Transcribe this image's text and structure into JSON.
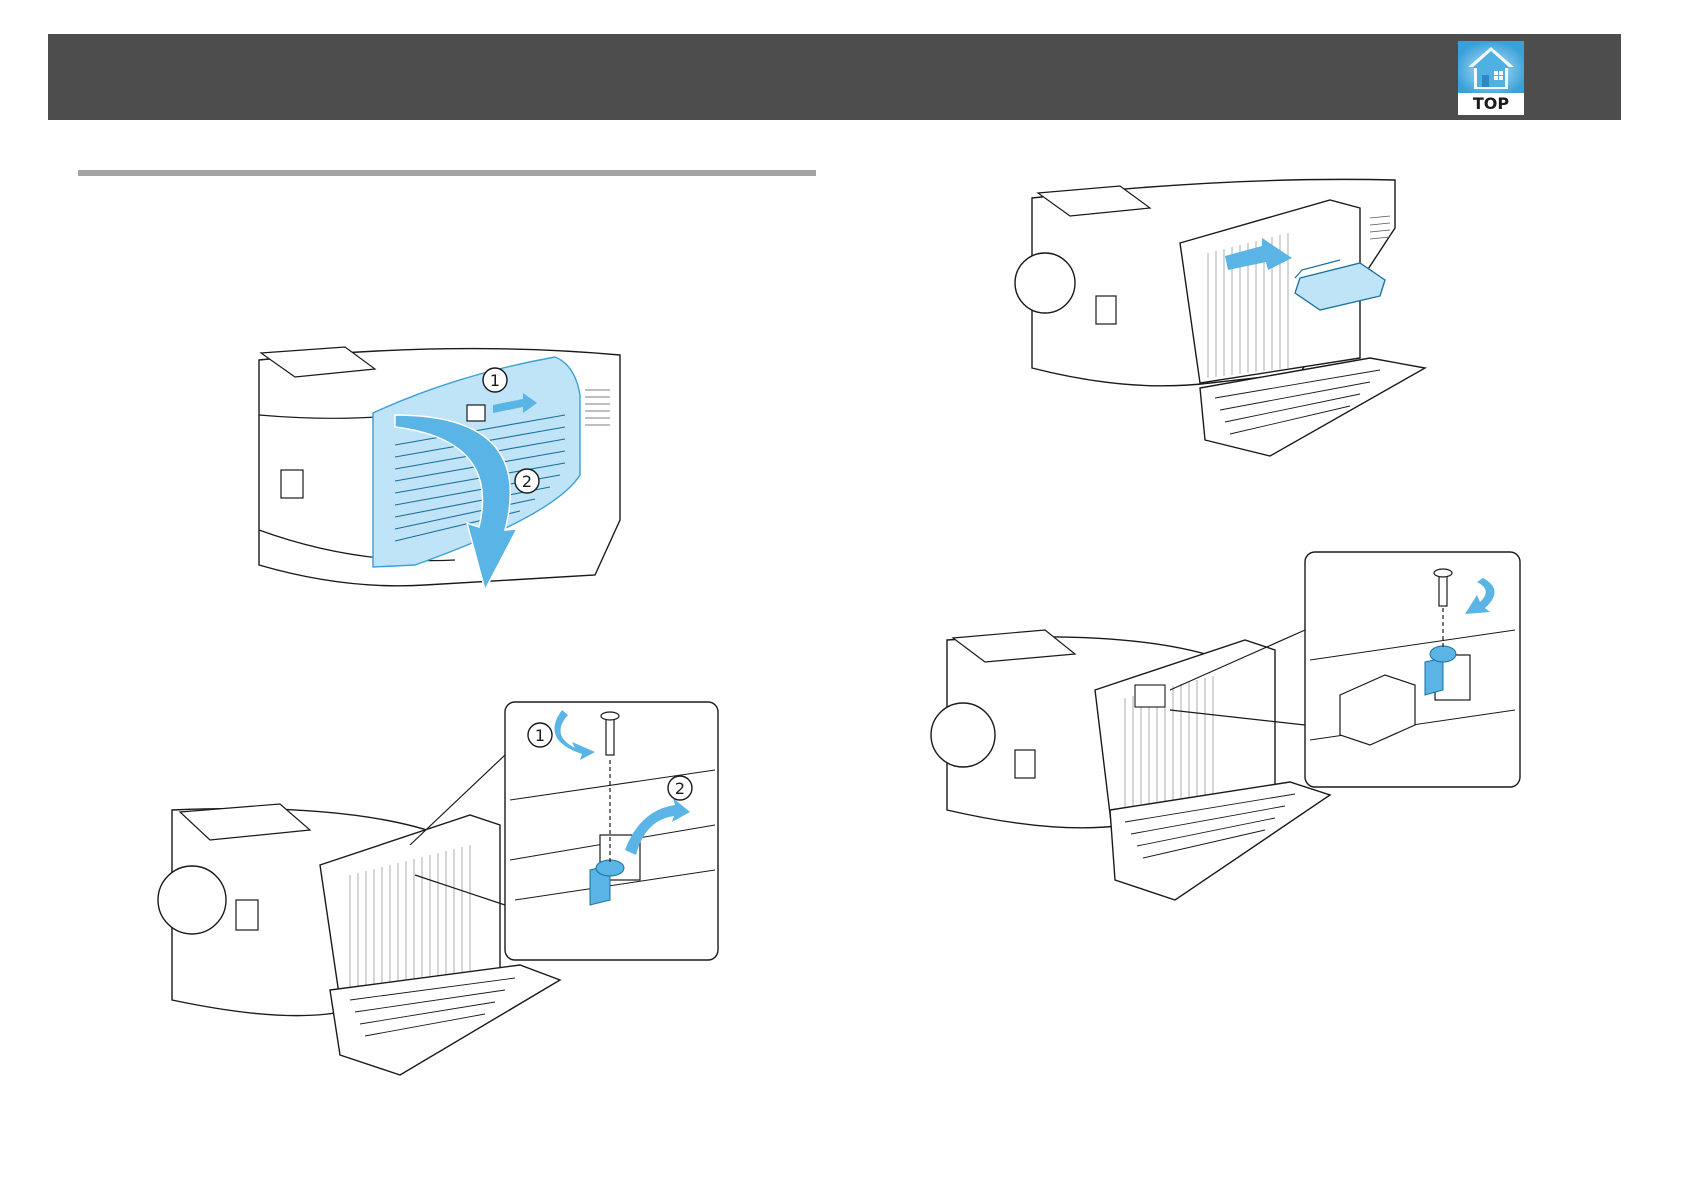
{
  "header": {
    "top_button_label": "TOP",
    "top_icon": "house-icon"
  },
  "figures": [
    {
      "name": "figure-open-filter-cover",
      "callouts": [
        "①",
        "②"
      ]
    },
    {
      "name": "figure-remove-screw-and-stopper",
      "callouts": [
        "①",
        "②"
      ]
    },
    {
      "name": "figure-insert-wireless-lan-unit",
      "callouts": []
    },
    {
      "name": "figure-attach-stopper-with-screw",
      "callouts": []
    }
  ],
  "colors": {
    "header": "#4d4d4d",
    "accent": "#5ab4e5",
    "accent_light": "#bfe3f7",
    "line": "#1a1a1a",
    "rule": "#a3a3a3"
  }
}
